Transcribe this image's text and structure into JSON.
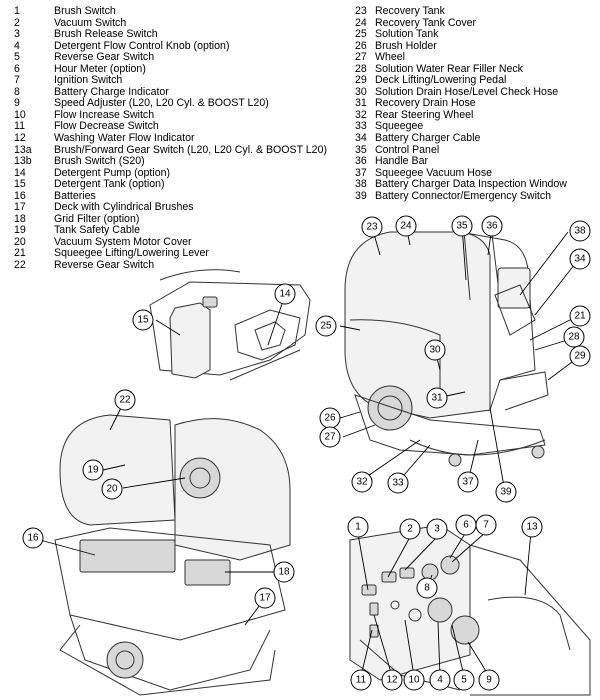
{
  "legend_left": [
    {
      "n": "1",
      "t": "Brush Switch"
    },
    {
      "n": "2",
      "t": "Vacuum Switch"
    },
    {
      "n": "3",
      "t": "Brush Release Switch"
    },
    {
      "n": "4",
      "t": "Detergent Flow Control Knob (option)"
    },
    {
      "n": "5",
      "t": "Reverse Gear Switch"
    },
    {
      "n": "6",
      "t": "Hour Meter (option)"
    },
    {
      "n": "7",
      "t": "Ignition Switch"
    },
    {
      "n": "8",
      "t": "Battery Charge Indicator"
    },
    {
      "n": "9",
      "t": "Speed Adjuster (L20, L20 Cyl. & BOOST L20)"
    },
    {
      "n": "10",
      "t": "Flow Increase Switch"
    },
    {
      "n": "11",
      "t": "Flow Decrease Switch"
    },
    {
      "n": "12",
      "t": "Washing Water Flow Indicator"
    },
    {
      "n": "13a",
      "t": "Brush/Forward Gear Switch (L20, L20 Cyl. & BOOST L20)"
    },
    {
      "n": "13b",
      "t": "Brush Switch (S20)"
    },
    {
      "n": "14",
      "t": "Detergent Pump (option)"
    },
    {
      "n": "15",
      "t": "Detergent Tank (option)"
    },
    {
      "n": "16",
      "t": "Batteries"
    },
    {
      "n": "17",
      "t": "Deck with Cylindrical Brushes"
    },
    {
      "n": "18",
      "t": "Grid Filter (option)"
    },
    {
      "n": "19",
      "t": "Tank Safety Cable"
    },
    {
      "n": "20",
      "t": "Vacuum System Motor Cover"
    },
    {
      "n": "21",
      "t": "Squeegee Lifting/Lowering Lever"
    },
    {
      "n": "22",
      "t": "Reverse Gear Switch"
    }
  ],
  "legend_right": [
    {
      "n": "23",
      "t": "Recovery Tank"
    },
    {
      "n": "24",
      "t": "Recovery Tank Cover"
    },
    {
      "n": "25",
      "t": "Solution Tank"
    },
    {
      "n": "26",
      "t": "Brush Holder"
    },
    {
      "n": "27",
      "t": "Wheel"
    },
    {
      "n": "28",
      "t": "Solution Water Rear Filler Neck"
    },
    {
      "n": "29",
      "t": "Deck Lifting/Lowering Pedal"
    },
    {
      "n": "30",
      "t": "Solution Drain Hose/Level Check Hose"
    },
    {
      "n": "31",
      "t": "Recovery Drain Hose"
    },
    {
      "n": "32",
      "t": "Rear Steering Wheel"
    },
    {
      "n": "33",
      "t": "Squeegee"
    },
    {
      "n": "34",
      "t": "Battery Charger Cable"
    },
    {
      "n": "35",
      "t": "Control Panel"
    },
    {
      "n": "36",
      "t": "Handle Bar"
    },
    {
      "n": "37",
      "t": "Squeegee Vacuum Hose"
    },
    {
      "n": "38",
      "t": "Battery Charger Data Inspection Window"
    },
    {
      "n": "39",
      "t": "Battery Connector/Emergency Switch"
    }
  ],
  "callouts": {
    "c1": "1",
    "c2": "2",
    "c3": "3",
    "c4": "4",
    "c5": "5",
    "c6": "6",
    "c7": "7",
    "c8": "8",
    "c9": "9",
    "c10": "10",
    "c11": "11",
    "c12": "12",
    "c13": "13",
    "c14": "14",
    "c15": "15",
    "c16": "16",
    "c17": "17",
    "c18": "18",
    "c19": "19",
    "c20": "20",
    "c21": "21",
    "c22": "22",
    "c23": "23",
    "c24": "24",
    "c25": "25",
    "c26": "26",
    "c27": "27",
    "c28": "28",
    "c29": "29",
    "c30": "30",
    "c31": "31",
    "c32": "32",
    "c33": "33",
    "c34": "34",
    "c35": "35",
    "c36": "36",
    "c37": "37",
    "c38": "38",
    "c39": "39"
  }
}
